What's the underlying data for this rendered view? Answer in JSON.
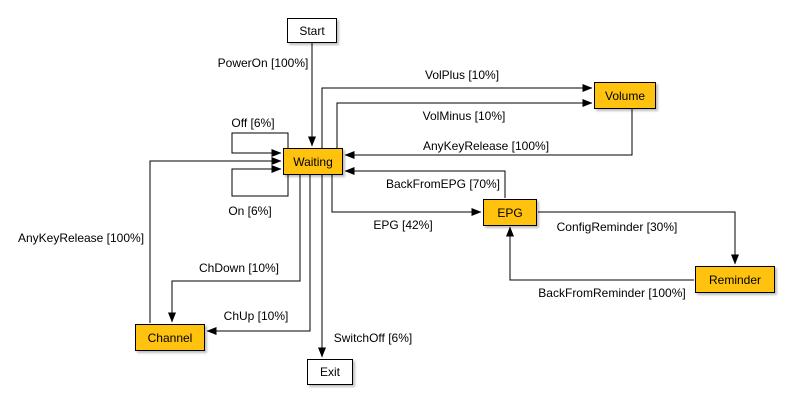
{
  "nodes": {
    "start": {
      "label": "Start",
      "type": "terminal"
    },
    "waiting": {
      "label": "Waiting",
      "type": "state"
    },
    "volume": {
      "label": "Volume",
      "type": "state"
    },
    "epg": {
      "label": "EPG",
      "type": "state"
    },
    "reminder": {
      "label": "Reminder",
      "type": "state"
    },
    "channel": {
      "label": "Channel",
      "type": "state"
    },
    "exit": {
      "label": "Exit",
      "type": "terminal"
    }
  },
  "edges": {
    "power_on": {
      "label": "PowerOn [100%]",
      "from": "Start",
      "to": "Waiting"
    },
    "vol_plus": {
      "label": "VolPlus [10%]",
      "from": "Waiting",
      "to": "Volume"
    },
    "vol_minus": {
      "label": "VolMinus [10%]",
      "from": "Waiting",
      "to": "Volume"
    },
    "any_key_release_volume": {
      "label": "AnyKeyRelease [100%]",
      "from": "Volume",
      "to": "Waiting"
    },
    "off": {
      "label": "Off [6%]",
      "from": "Waiting",
      "to": "Waiting"
    },
    "on": {
      "label": "On [6%]",
      "from": "Waiting",
      "to": "Waiting"
    },
    "back_from_epg": {
      "label": "BackFromEPG [70%]",
      "from": "EPG",
      "to": "Waiting"
    },
    "epg": {
      "label": "EPG [42%]",
      "from": "Waiting",
      "to": "EPG"
    },
    "config_reminder": {
      "label": "ConfigReminder [30%]",
      "from": "EPG",
      "to": "Reminder"
    },
    "back_from_reminder": {
      "label": "BackFromReminder [100%]",
      "from": "Reminder",
      "to": "EPG"
    },
    "any_key_release_channel": {
      "label": "AnyKeyRelease [100%]",
      "from": "Channel",
      "to": "Waiting"
    },
    "ch_down": {
      "label": "ChDown [10%]",
      "from": "Waiting",
      "to": "Channel"
    },
    "ch_up": {
      "label": "ChUp [10%]",
      "from": "Waiting",
      "to": "Channel"
    },
    "switch_off": {
      "label": "SwitchOff [6%]",
      "from": "Waiting",
      "to": "Exit"
    }
  },
  "colors": {
    "state_fill": "#FFC20E",
    "terminal_fill": "#FFFFFF",
    "line": "#000000",
    "background": "#FFFFFF"
  }
}
